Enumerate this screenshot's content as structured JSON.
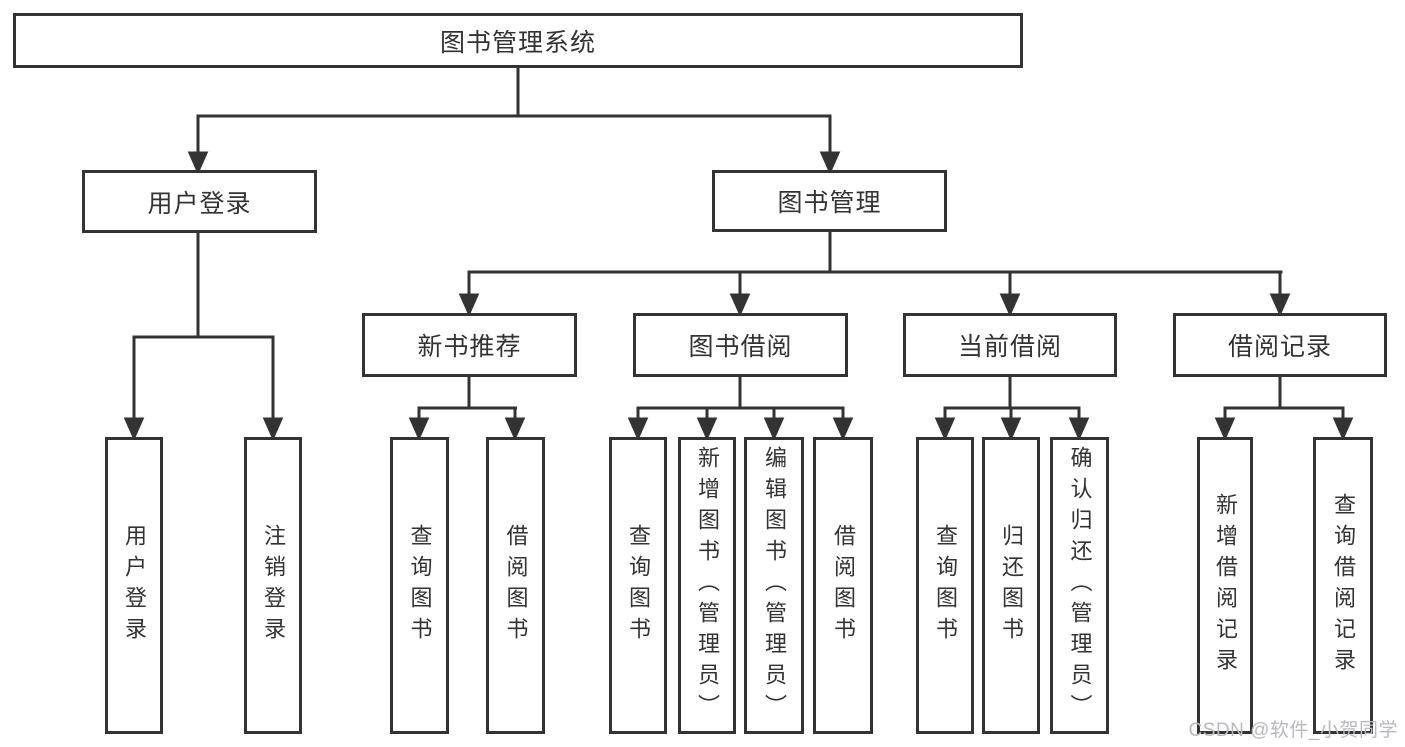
{
  "diagram": {
    "root": {
      "label": "图书管理系统"
    },
    "branches": [
      {
        "label": "用户登录",
        "children": [
          {
            "label": "用户登录"
          },
          {
            "label": "注销登录"
          }
        ]
      },
      {
        "label": "图书管理",
        "children": [
          {
            "label": "新书推荐",
            "children": [
              {
                "label": "查询图书"
              },
              {
                "label": "借阅图书"
              }
            ]
          },
          {
            "label": "图书借阅",
            "children": [
              {
                "label": "查询图书"
              },
              {
                "label": "新增图书（管理员）"
              },
              {
                "label": "编辑图书（管理员）"
              },
              {
                "label": "借阅图书"
              }
            ]
          },
          {
            "label": "当前借阅",
            "children": [
              {
                "label": "查询图书"
              },
              {
                "label": "归还图书"
              },
              {
                "label": "确认归还（管理员）"
              }
            ]
          },
          {
            "label": "借阅记录",
            "children": [
              {
                "label": "新增借阅记录"
              },
              {
                "label": "查询借阅记录"
              }
            ]
          }
        ]
      }
    ],
    "watermark": "CSDN @软件_小贺同学",
    "colors": {
      "line": "#333333",
      "text": "#333333",
      "box_background": "#ffffff",
      "watermark": "#b9b9be",
      "background": "#ffffff"
    }
  }
}
